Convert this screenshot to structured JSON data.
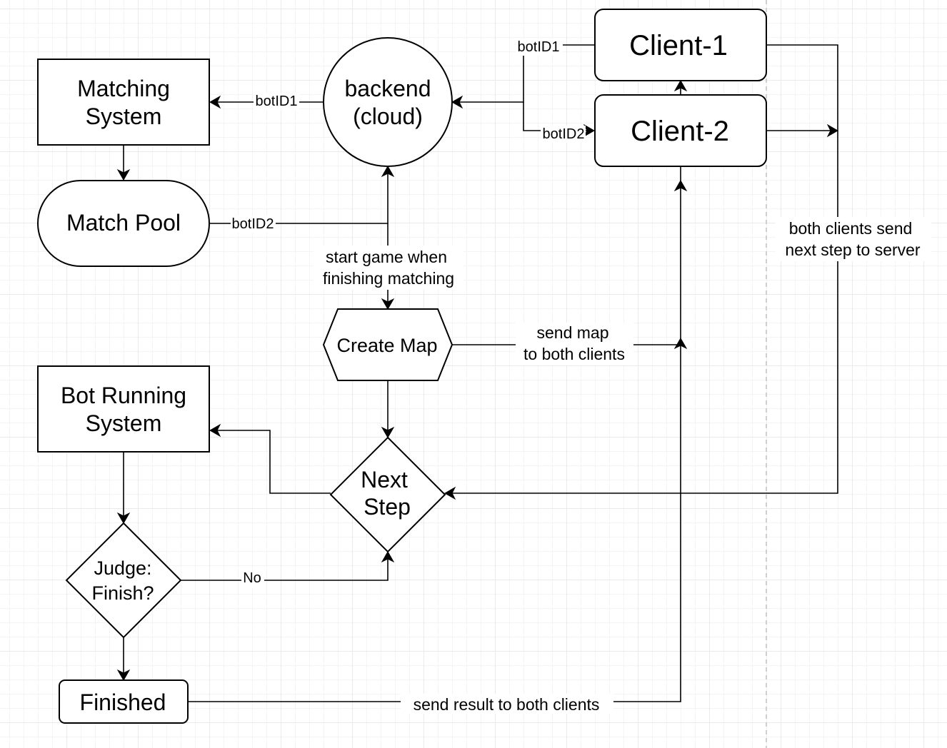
{
  "nodes": {
    "matching_system": [
      "Matching",
      "System"
    ],
    "backend": [
      "backend",
      "(cloud)"
    ],
    "client_1": "Client-1",
    "client_2": "Client-2",
    "match_pool": "Match Pool",
    "create_map": "Create Map",
    "bot_running_system": [
      "Bot Running",
      "System"
    ],
    "next_step": [
      "Next",
      "Step"
    ],
    "judge": [
      "Judge:",
      "Finish?"
    ],
    "finished": "Finished"
  },
  "edge_labels": {
    "backend_to_matching": "botID1",
    "client1_to_backend": "botID1",
    "backend_to_client2": "botID2",
    "pool_to_backend": "botID2",
    "start_game": [
      "start game when",
      "finishing matching"
    ],
    "send_map": [
      "send map",
      "to both clients"
    ],
    "clients_to_server": [
      "both clients send",
      "next step to server"
    ],
    "judge_no": "No",
    "send_result": "send result to both clients"
  }
}
